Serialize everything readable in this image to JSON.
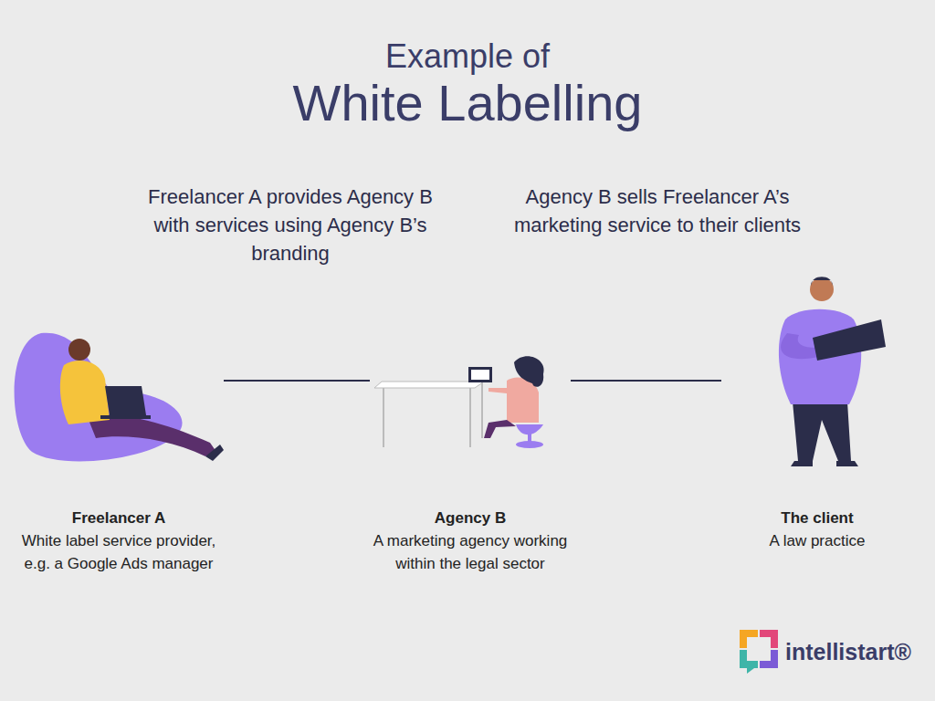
{
  "diagram": {
    "title": "White Labelling",
    "nodes": [
      {
        "text": [
          "Freelancer A",
          "White label service provider, e.g. a Google Ads manager"
        ]
      },
      {
        "text": [
          "Agency B",
          "A marketing agency working within the legal sector"
        ]
      },
      {
        "text": [
          "The client",
          "A law practice"
        ]
      }
    ],
    "edges": [
      {
        "from": 0,
        "to": 1,
        "arrow": "none",
        "label": "Freelancer A provides Agency B with services using Agency B’s branding"
      },
      {
        "from": 1,
        "to": 2,
        "arrow": "none",
        "label": "Agency B sells Freelancer A’s marketing service to their clients"
      }
    ],
    "labels": [
      "Example of",
      "intellistart®"
    ]
  }
}
